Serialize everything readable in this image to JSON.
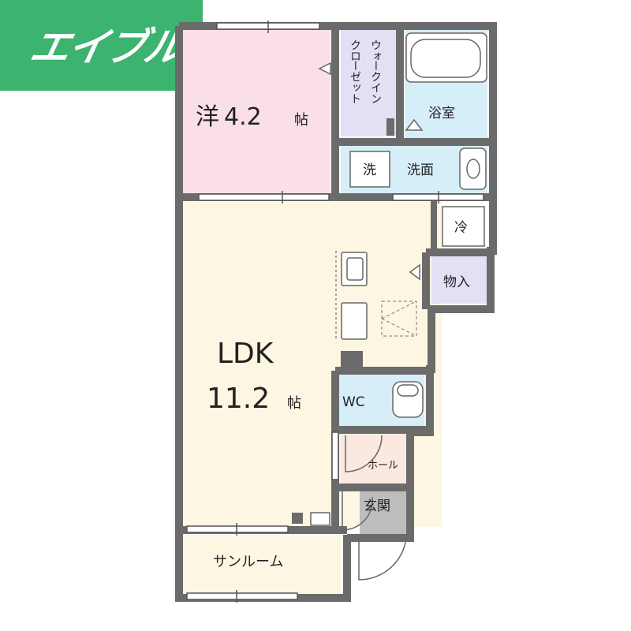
{
  "logo": {
    "text": "エイブル"
  },
  "rooms": {
    "western": {
      "name": "洋",
      "size": "4.2",
      "unit": "帖"
    },
    "walkin": {
      "lines": [
        "ウォ",
        "ークイン",
        "クロ",
        "ーゼット"
      ]
    },
    "bath": {
      "label": "浴室"
    },
    "laundry": {
      "label": "洗"
    },
    "washroom": {
      "label": "洗面"
    },
    "fridge": {
      "label": "冷"
    },
    "storage": {
      "label": "物入"
    },
    "ldk": {
      "name": "LDK",
      "size": "11.2",
      "unit": "帖"
    },
    "wc": {
      "label": "WC"
    },
    "hall": {
      "label": "ホール"
    },
    "entrance": {
      "label": "玄関"
    },
    "sunroom": {
      "label": "サンルーム"
    }
  },
  "colors": {
    "wall": "#6b6b6b",
    "western": "#fbdfe8",
    "walkin": "#e1e0f5",
    "bath": "#d6eef8",
    "ldk": "#fdf6e2",
    "storage": "#e1e0f5",
    "wc": "#d6eef8",
    "hall": "#fbe9e1",
    "entrance": "#bdbdbd",
    "logo": "#3db370"
  }
}
